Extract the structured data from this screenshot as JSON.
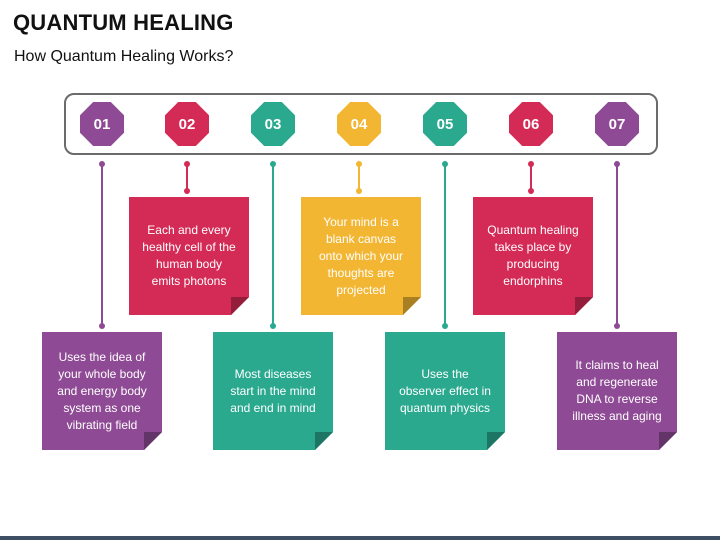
{
  "title": "QUANTUM HEALING",
  "subtitle": "How Quantum Healing Works?",
  "colors": {
    "purple": "#8e4a94",
    "crimson": "#d42a56",
    "teal": "#2aa98f",
    "yellow": "#f2b632",
    "bar_border": "#6b6b6b"
  },
  "steps": [
    {
      "number": "01",
      "color": "purple",
      "text": "Uses the idea of your whole body and energy body system as one vibrating field"
    },
    {
      "number": "02",
      "color": "crimson",
      "text": "Each and every healthy cell of the human body emits photons"
    },
    {
      "number": "03",
      "color": "teal",
      "text": "Most diseases start in the mind and end in mind"
    },
    {
      "number": "04",
      "color": "yellow",
      "text": "Your mind is a blank canvas onto which your thoughts are projected"
    },
    {
      "number": "05",
      "color": "teal",
      "text": "Uses the observer effect in quantum physics"
    },
    {
      "number": "06",
      "color": "crimson",
      "text": "Quantum healing takes place by producing endorphins"
    },
    {
      "number": "07",
      "color": "purple",
      "text": "It claims to heal and regenerate DNA to reverse illness and aging"
    }
  ]
}
